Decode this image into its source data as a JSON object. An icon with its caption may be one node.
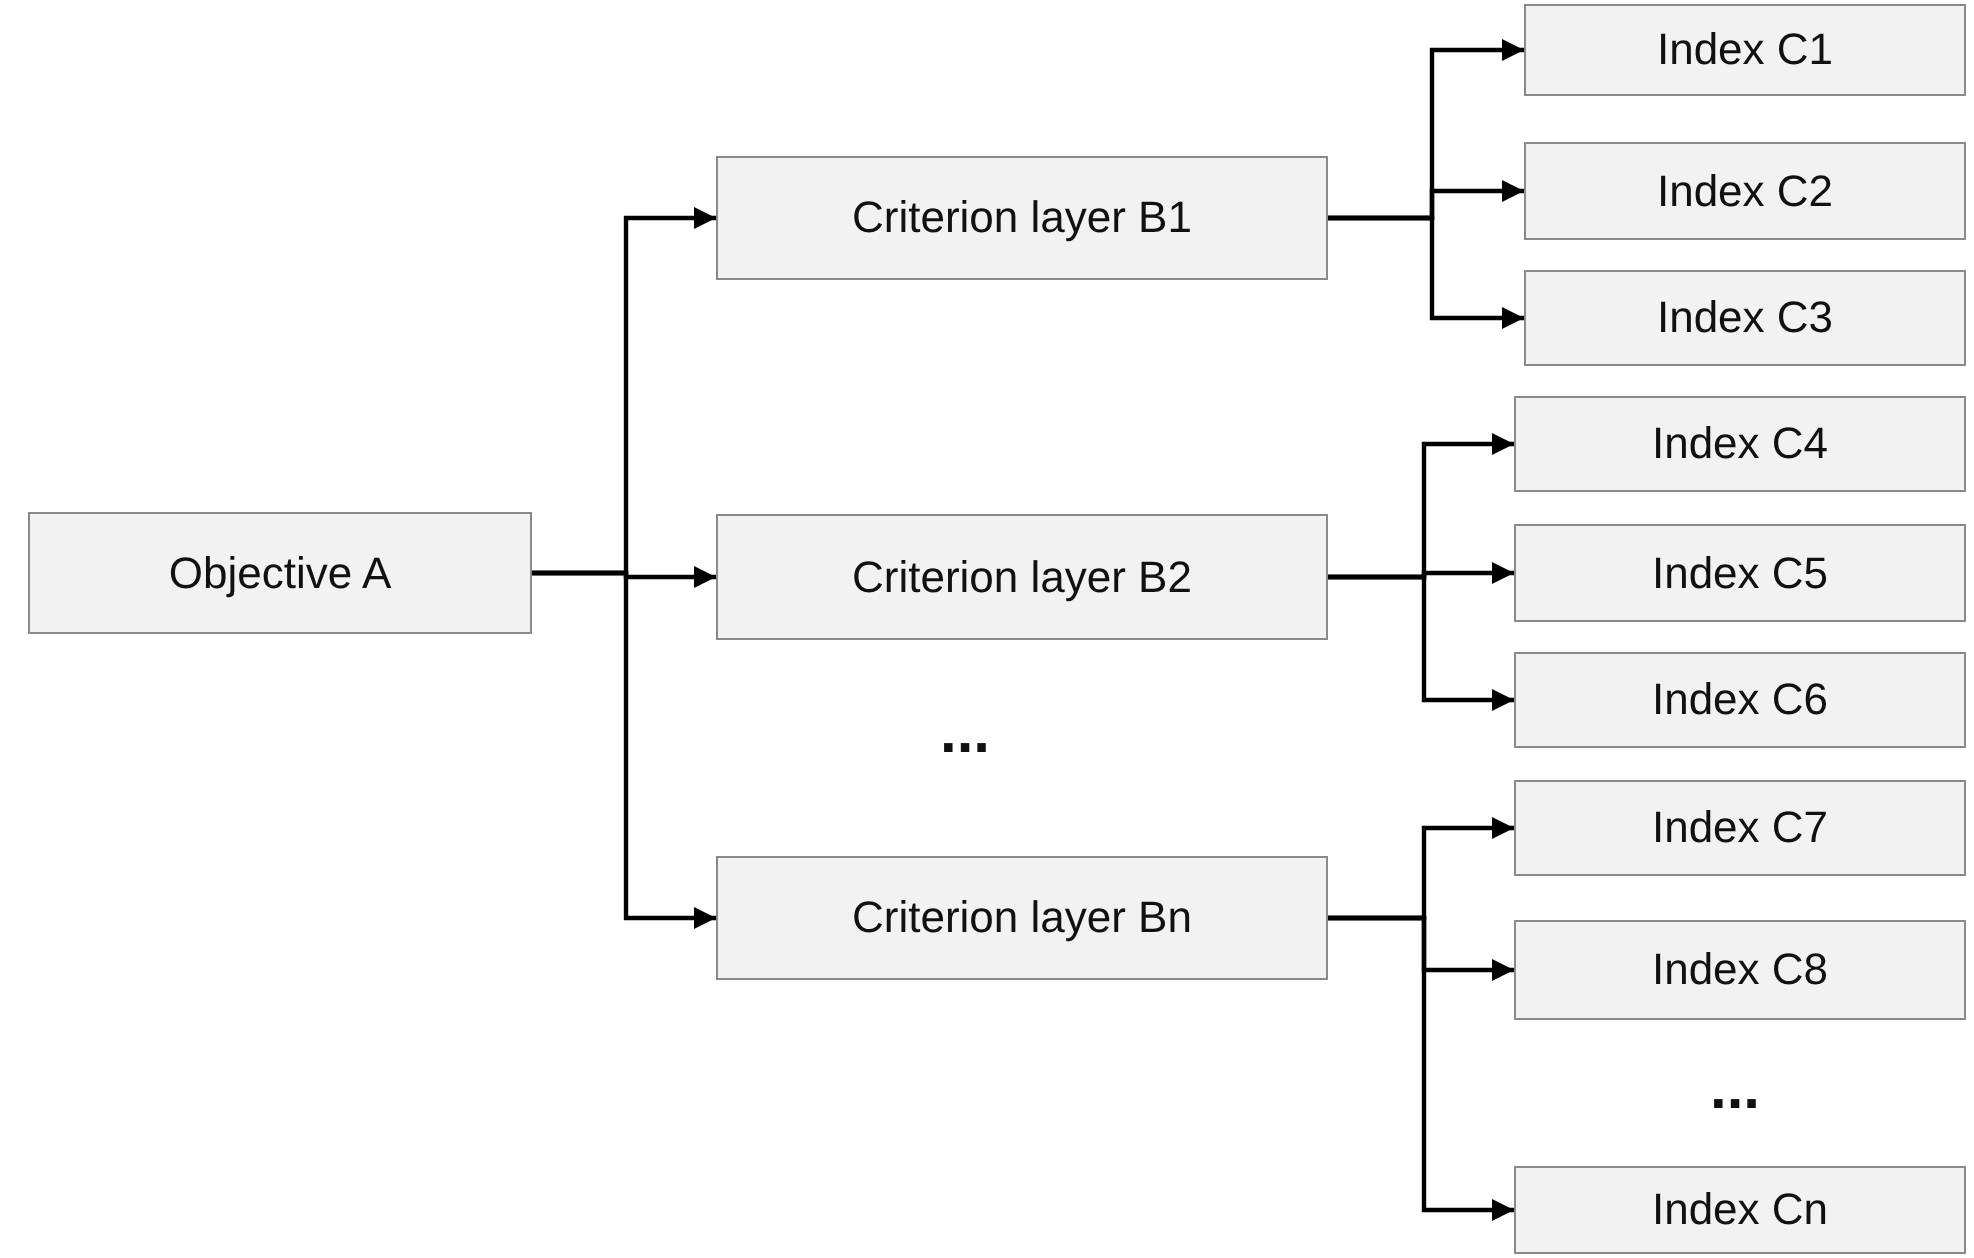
{
  "diagram": {
    "nodes": [
      {
        "text": [
          "Objective A"
        ]
      },
      {
        "text": [
          "Criterion layer B1"
        ]
      },
      {
        "text": [
          "Criterion layer B2"
        ]
      },
      {
        "text": [
          "Criterion layer Bn"
        ]
      },
      {
        "text": [
          "Index C1"
        ]
      },
      {
        "text": [
          "Index C2"
        ]
      },
      {
        "text": [
          "Index C3"
        ]
      },
      {
        "text": [
          "Index C4"
        ]
      },
      {
        "text": [
          "Index C5"
        ]
      },
      {
        "text": [
          "Index C6"
        ]
      },
      {
        "text": [
          "Index C7"
        ]
      },
      {
        "text": [
          "Index C8"
        ]
      },
      {
        "text": [
          "Index Cn"
        ]
      }
    ],
    "edges": [
      {
        "from": 0,
        "to": 1,
        "arrow": "to"
      },
      {
        "from": 0,
        "to": 2,
        "arrow": "to"
      },
      {
        "from": 0,
        "to": 3,
        "arrow": "to"
      },
      {
        "from": 1,
        "to": 4,
        "arrow": "to"
      },
      {
        "from": 1,
        "to": 5,
        "arrow": "to"
      },
      {
        "from": 1,
        "to": 6,
        "arrow": "to"
      },
      {
        "from": 2,
        "to": 7,
        "arrow": "to"
      },
      {
        "from": 2,
        "to": 8,
        "arrow": "to"
      },
      {
        "from": 2,
        "to": 9,
        "arrow": "to"
      },
      {
        "from": 3,
        "to": 10,
        "arrow": "to"
      },
      {
        "from": 3,
        "to": 11,
        "arrow": "to"
      },
      {
        "from": 3,
        "to": 12,
        "arrow": "to"
      }
    ],
    "labels": [
      "...",
      "..."
    ]
  }
}
